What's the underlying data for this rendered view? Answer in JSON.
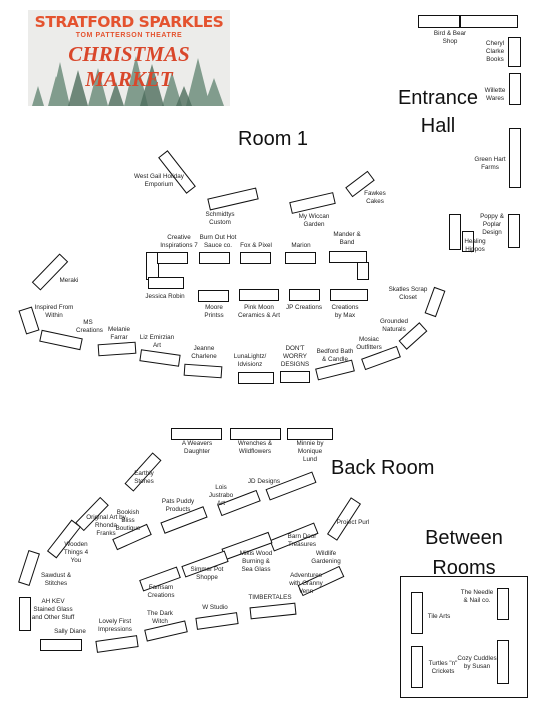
{
  "banner": {
    "title": "STRATFORD SPARKLES",
    "subtitle": "TOM PATTERSON THEATRE",
    "script": "CHRISTMAS MARKET"
  },
  "rooms": {
    "room1": "Room 1",
    "entrance": "Entrance Hall",
    "back": "Back Room",
    "between": "Between Rooms"
  },
  "vendors": [
    "Bird & Bear Shop",
    "Cheryl Clarke Books",
    "Willette Wares",
    "Green Hart Farms",
    "Poppy & Poplar Design",
    "Healing Hippos",
    "West Gail Holiday Emporium",
    "Schmidtys Custom",
    "My Wiccan Garden",
    "Fawkes Cakes",
    "Creative Inspirations 7",
    "Burn Out Hot Sauce co.",
    "Fox & Pixel",
    "Marion",
    "Mander & Band",
    "Meraki",
    "Jessica Robin",
    "Moore Printss",
    "Pink Moon Ceramics & Art",
    "JP Creations",
    "Creations by Max",
    "Skatles Scrap Closet",
    "Inspired From Within",
    "MS Creations",
    "Melanie Farrar",
    "Liz Emirzian Art",
    "Jeanne Charlene",
    "LunaLightz/ Idvisionz",
    "DON'T WORRY DESIGNS",
    "Bedford Bath & Candle",
    "Mosiac Outfitters",
    "Grounded Naturals",
    "A Weavers Daughter",
    "Wrenches & Wildflowers",
    "Minnie by Monique Lund",
    "Earthly Stones",
    "JD Designs",
    "Lois Justrabo Art",
    "Pats Puddy Products",
    "Bookish Bliss Boutique",
    "Original Art by Rhonda Franks",
    "Project Purl",
    "Barn Door Treasures",
    "Wildlife Gardening",
    "Mikis Wood Burning & Sea Glass",
    "Simmer Pot Shoppe",
    "Famsam Creations",
    "Wooden Things 4 You",
    "Sawdust & Stitches",
    "Adventures with Granny Venn",
    "TIMBERTALES",
    "W Studio",
    "The Dark Witch",
    "AH KEV Stained Glass and Other Stuff",
    "Sally Diane",
    "Lovely First Impressions",
    "Tile Arts",
    "The Needle & Nail co.",
    "Turtles \"n\" Crickets",
    "Cozy Cuddles by Susan"
  ]
}
